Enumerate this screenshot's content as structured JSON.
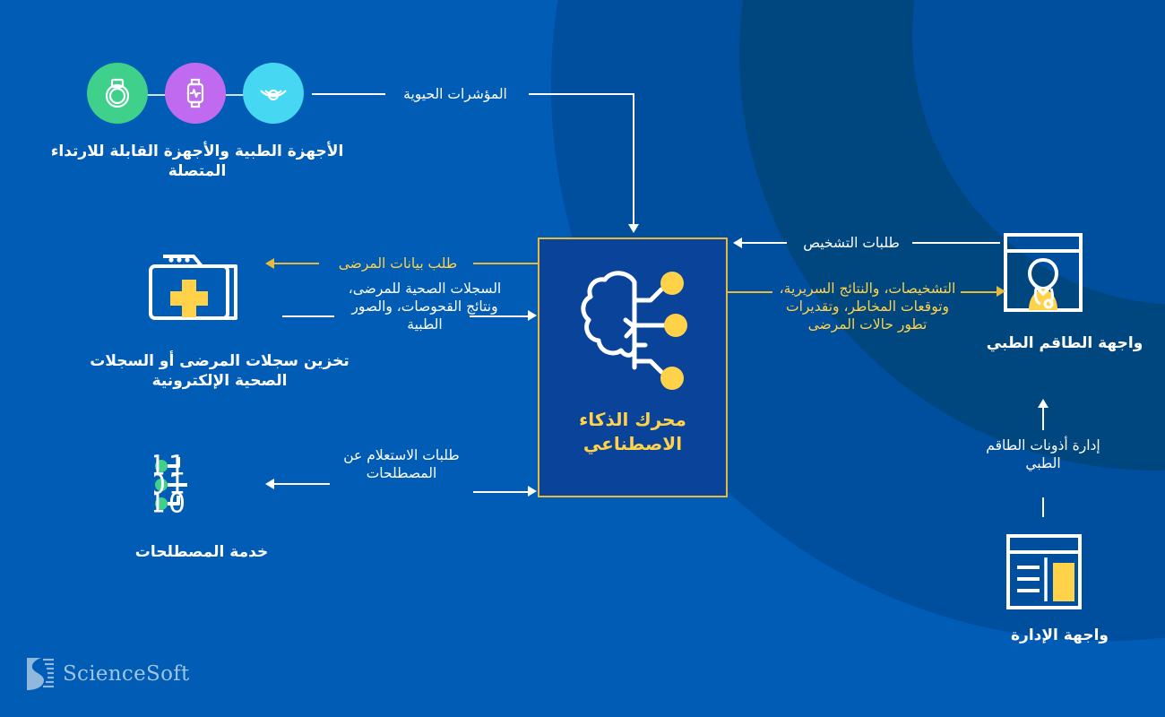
{
  "background": {
    "base_color": "#005CB5",
    "ring_color_1": "#004E9E",
    "ring_color_2": "#00477F"
  },
  "accents": {
    "yellow": "#FFD24A",
    "box_border": "#E9B93C",
    "box_fill": "#09439A",
    "white": "#FFFFFF",
    "green": "#3FD18B",
    "purple": "#C06BEF",
    "cyan": "#46D7F2",
    "logo_blue": "#9FC4E4"
  },
  "center": {
    "name": "ai-engine",
    "title": "محرك الذكاء الاصطناعي",
    "icon": "brain-circuit-icon"
  },
  "nodes": {
    "devices": {
      "caption": "الأجهزة الطبية والأجهزة القابلة للارتداء المتصلة",
      "icons": [
        {
          "name": "smart-ring-icon",
          "color": "#3FD18B"
        },
        {
          "name": "smartwatch-heartbeat-icon",
          "color": "#C06BEF"
        },
        {
          "name": "wireless-sensor-icon",
          "color": "#46D7F2"
        }
      ]
    },
    "ehr": {
      "caption": "تخزين سجلات المرضى أو السجلات الصحية الإلكترونية",
      "icon": "medical-records-folder-icon"
    },
    "terminology": {
      "caption": "خدمة المصطلحات",
      "icon": "binary-code-icon",
      "bits": [
        "011",
        "101",
        "110"
      ]
    },
    "staff": {
      "caption": "واجهة الطاقم الطبي",
      "icon": "doctor-window-icon"
    },
    "admin": {
      "caption": "واجهة الإدارة",
      "icon": "admin-dashboard-icon"
    }
  },
  "flows": {
    "vitals": "المؤشرات الحيوية",
    "patient_data_request": "طلب بيانات المرضى",
    "health_records": "السجلات الصحية للمرضى، ونتائج القحوصات، والصور الطبية",
    "terminology_query": "طلبات الاستعلام عن المصطلحات",
    "diagnosis_requests": "طلبات التشخيص",
    "diagnoses_results": "التشخيصات، والنتائج السريرية، وتوقعات المخاطر، وتقديرات تطور حالات المرضى",
    "permissions": "إدارة أذونات الطاقم الطبي"
  },
  "logo": {
    "text": "ScienceSoft",
    "mark": "sciencesoft-logo-icon"
  }
}
